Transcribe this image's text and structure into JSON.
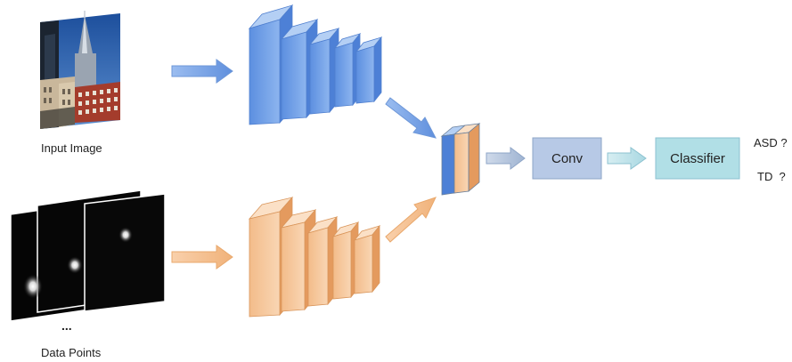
{
  "inputs": {
    "image_label": "Input Image",
    "points_label": "Data Points",
    "ellipsis": "..."
  },
  "blocks": {
    "conv_label": "Conv",
    "classifier_label": "Classifier"
  },
  "outputs": {
    "asd": "ASD ?",
    "td": "TD  ?"
  },
  "colors": {
    "image_branch": "#79a7ea",
    "points_branch": "#f4c08f",
    "conv_block": "#b7c9e6",
    "classifier_block": "#b1dfe6"
  }
}
